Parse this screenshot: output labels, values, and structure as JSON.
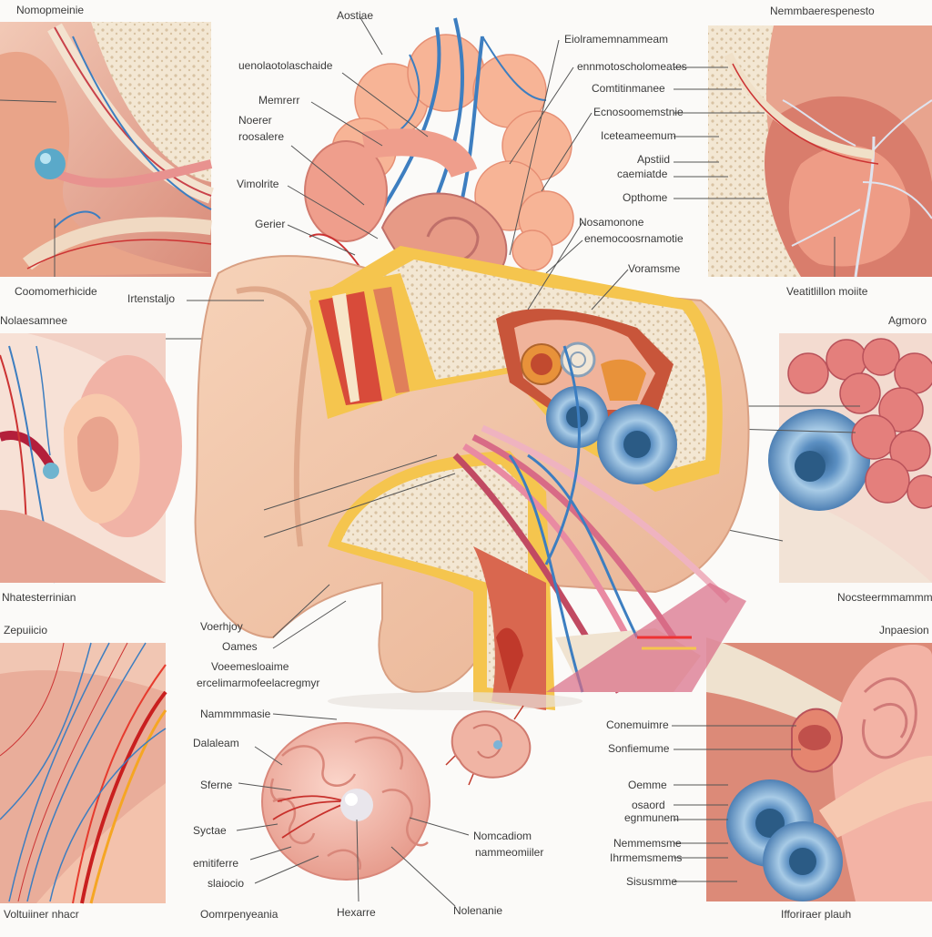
{
  "labels": {
    "tl_title": "Nomopmeinie",
    "tl_caption": "Coomomerhicide",
    "top_a": "Aostiae",
    "top_b": "Eiolramemnammeam",
    "top_c": "ennmotoscholomeates",
    "top_d": "Comtitinmanee",
    "top_e": "Ecnosoomemstnie",
    "top_f": "Iceteameemum",
    "top_g": "Apstiid",
    "top_h": "caemiatde",
    "top_i": "Opthome",
    "top_j": "Nosamonone",
    "top_k": "enemocoosrnamotie",
    "top_l": "Voramsme",
    "lt_a": "uenolaotolaschaide",
    "lt_b": "Memrerr",
    "lt_c": "Noerer",
    "lt_d": "roosalere",
    "lt_e": "Vimolrite",
    "lt_f": "Gerier",
    "lt_g": "Irtenstaljo",
    "tr_title": "Nemmbaerespenesto",
    "tr_caption": "Veatitlillon moiite",
    "ml_title": "Nolaesamnee",
    "ml_caption": "Nhatesterrinian",
    "mr_title": "Agmoro",
    "mr_caption": "Nocsteermmammm",
    "bl_title": "Zepuiicio",
    "bl_caption": "Voltuiiner nhacr",
    "c_a": "Voerhjoy",
    "c_b": "Oames",
    "c_c": "Voeemesloaime",
    "c_d": "ercelimarmofeelacregmyr",
    "c_e": "Nammmmasie",
    "c_f": "Dalaleam",
    "c_g": "Sferne",
    "c_h": "Syctae",
    "c_i": "emitiferre",
    "c_j": "slaiocio",
    "c_k": "Oomrpenyeania",
    "c_l": "Hexarre",
    "c_m": "Nolenanie",
    "c_n": "Nomcadiom",
    "c_o": "nammeomiiler",
    "br_title": "Jnpaesion",
    "br_a": "Conemuimre",
    "br_b": "Sonfiemume",
    "br_c": "Oemme",
    "br_d": "osaord",
    "br_e": "egnmunem",
    "br_f": "Nemmemsme",
    "br_g": "Ihrmemsmems",
    "br_h": "Sisusmme",
    "br_caption": "Ifforiraer plauh"
  }
}
